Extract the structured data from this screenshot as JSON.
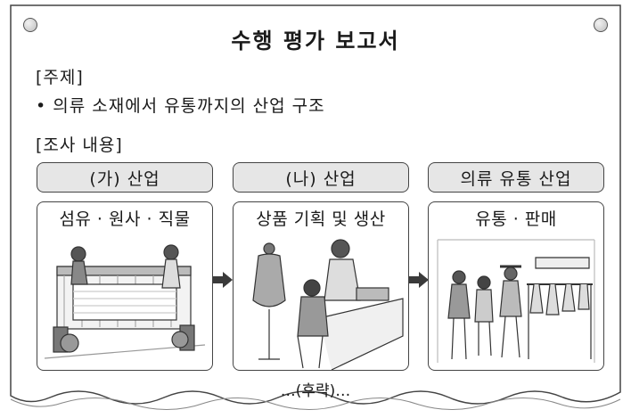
{
  "report": {
    "title": "수행 평가 보고서",
    "topic_heading": "[주제]",
    "topic_item": "• 의류 소재에서 유통까지의 산업 구조",
    "survey_heading": "[조사 내용]",
    "stages": [
      {
        "header": "(가) 산업",
        "caption": "섬유 · 원사 · 직물"
      },
      {
        "header": "(나) 산업",
        "caption": "상품 기획 및 생산"
      },
      {
        "header": "의류 유통 산업",
        "caption": "유통 · 판매"
      }
    ],
    "footer": "…(후략)…"
  },
  "colors": {
    "border": "#444444",
    "header_fill": "#e6e6e6",
    "arrow": "#3a3a3a"
  }
}
